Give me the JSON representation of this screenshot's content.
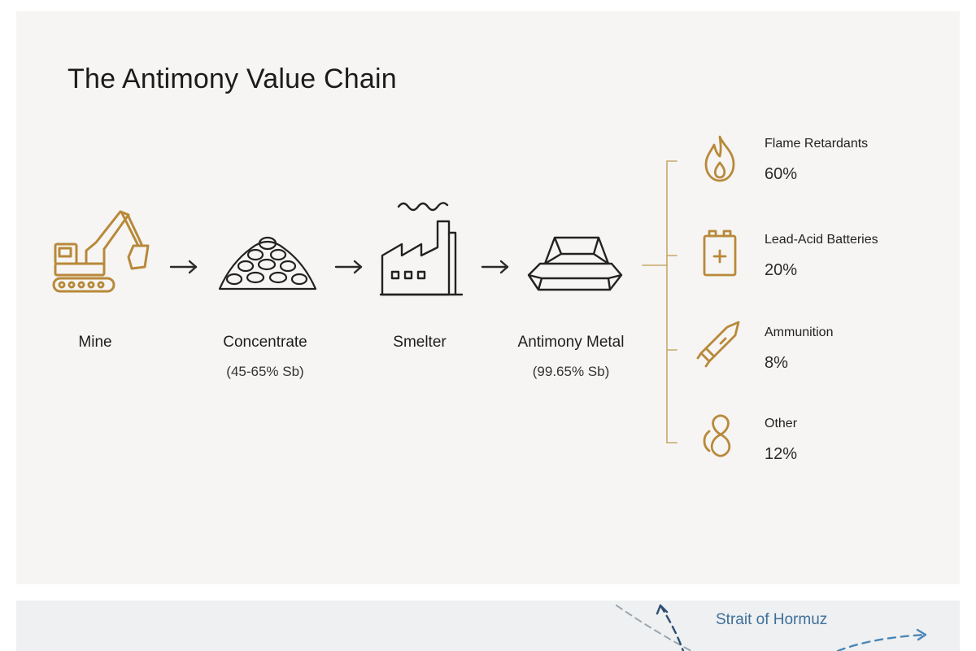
{
  "title": "The Antimony Value Chain",
  "colors": {
    "accent": "#b8893a",
    "ink": "#1e1e1e",
    "map_blue": "#4a86b8"
  },
  "stages": [
    {
      "label": "Mine",
      "sub": "",
      "icon": "excavator-icon"
    },
    {
      "label": "Concentrate",
      "sub": "(45-65% Sb)",
      "icon": "ore-pile-icon"
    },
    {
      "label": "Smelter",
      "sub": "",
      "icon": "factory-icon"
    },
    {
      "label": "Antimony Metal",
      "sub": "(99.65% Sb)",
      "icon": "metal-ingot-icon"
    }
  ],
  "end_uses": [
    {
      "label": "Flame Retardants",
      "share": "60%",
      "icon": "flame-icon"
    },
    {
      "label": "Lead-Acid Batteries",
      "share": "20%",
      "icon": "battery-icon"
    },
    {
      "label": "Ammunition",
      "share": "8%",
      "icon": "bullet-icon"
    },
    {
      "label": "Other",
      "share": "12%",
      "icon": "other-icon"
    }
  ],
  "map": {
    "label": "Strait of Hormuz"
  }
}
